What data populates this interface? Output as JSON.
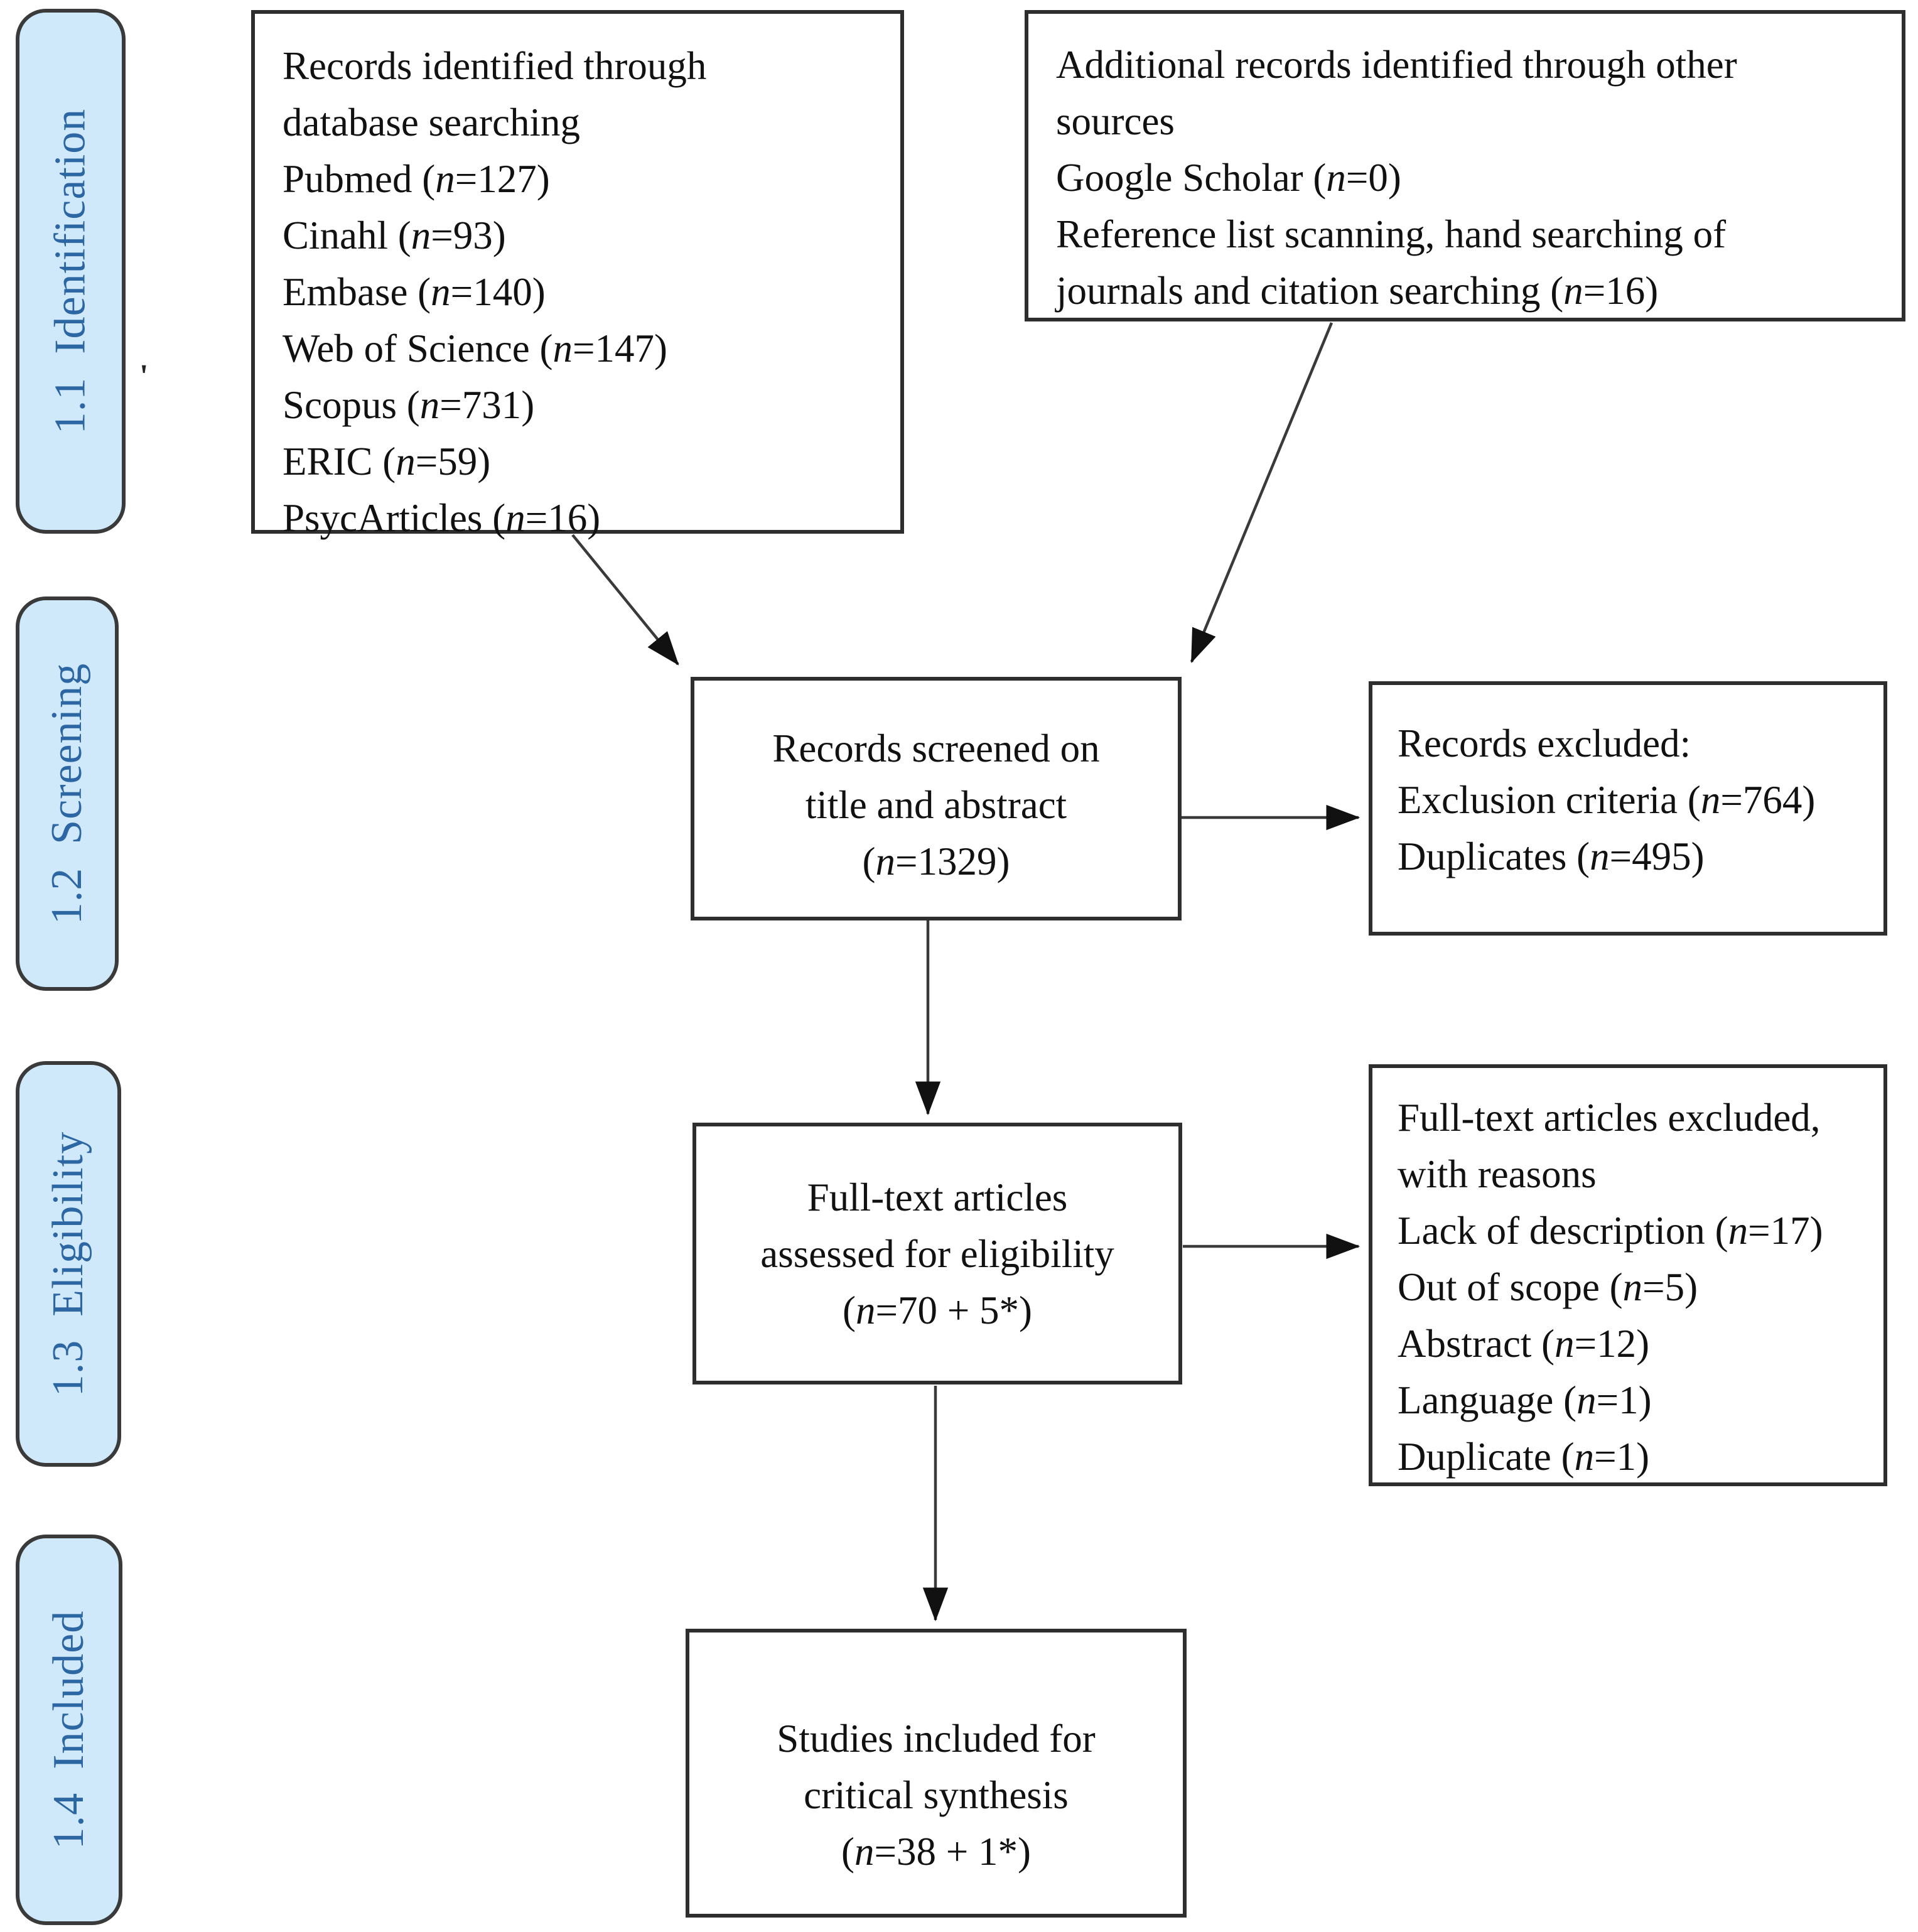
{
  "figure": {
    "background_color": "#ffffff",
    "sidebar_fill_color": "#cfe8fa",
    "sidebar_text_color": "#2d67a3",
    "box_border_color": "#2e2e2e",
    "text_color": "#111111",
    "stray_mark": "'"
  },
  "sidebar": {
    "items": [
      {
        "id": "identification",
        "label": "1.1  Identification"
      },
      {
        "id": "screening",
        "label": "1.2  Screening"
      },
      {
        "id": "eligibility",
        "label": "1.3  Eligibility"
      },
      {
        "id": "included",
        "label": "1.4  Included"
      }
    ]
  },
  "boxes": {
    "identified": {
      "lines": [
        "Records identified through",
        "database searching",
        "Pubmed (n=127)",
        "Cinahl (n=93)",
        "Embase (n=140)",
        "Web of Science (n=147)",
        "Scopus (n=731)",
        "ERIC (n=59)",
        "PsycArticles (n=16)"
      ]
    },
    "additional": {
      "lines": [
        "Additional records identified through other",
        "sources",
        "Google Scholar (n=0)",
        "Reference list scanning, hand searching of",
        "journals and citation searching (n=16)"
      ]
    },
    "screened": {
      "lines": [
        "Records screened on",
        "title and abstract",
        "(n=1329)"
      ]
    },
    "records_excluded": {
      "lines": [
        "Records excluded:",
        "Exclusion criteria (n=764)",
        "Duplicates (n=495)"
      ]
    },
    "fulltext_assessed": {
      "lines": [
        "Full-text articles",
        "assessed for eligibility",
        "(n=70 + 5*)"
      ]
    },
    "fulltext_excluded": {
      "lines": [
        "Full-text articles excluded,",
        "with reasons",
        "Lack of description (n=17)",
        "Out of scope (n=5)",
        "Abstract (n=12)",
        "Language (n=1)",
        "Duplicate (n=1)"
      ]
    },
    "included_studies": {
      "lines": [
        "Studies included for",
        "critical synthesis",
        "(n=38 + 1*)"
      ]
    }
  }
}
